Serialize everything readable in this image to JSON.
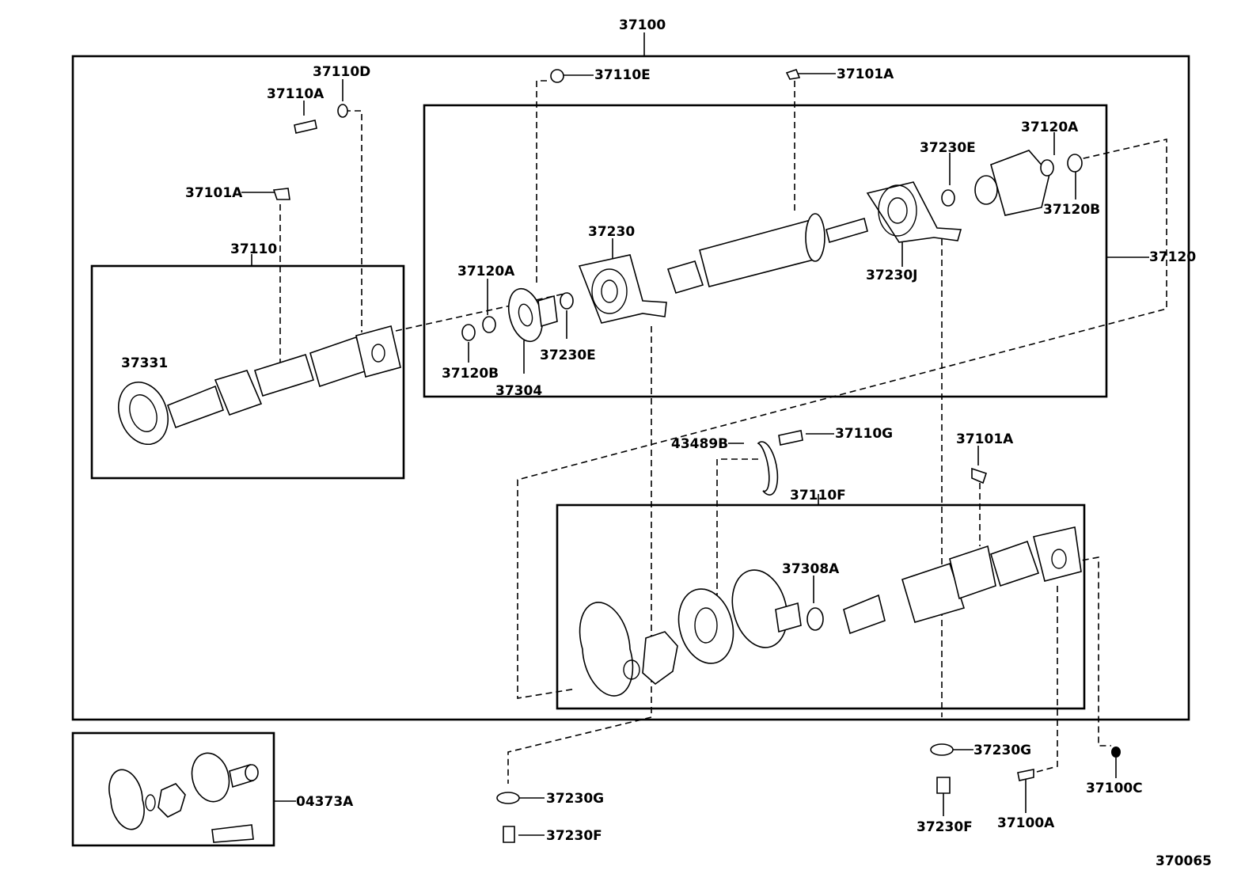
{
  "diagram": {
    "labels": {
      "assembly": "37100",
      "bolt_37110d": "37110D",
      "bolt_37110a": "37110A",
      "clip_37101a_left": "37101A",
      "shaft_37110": "37110",
      "seal_37331": "37331",
      "nut_37110e": "37110E",
      "clip_37101a_top": "37101A",
      "washer_37120a_right": "37120A",
      "washer_37230e_right": "37230E",
      "nut_37120b_right": "37120B",
      "shaft_37120": "37120",
      "bearing_37230j": "37230J",
      "bearing_37230": "37230",
      "washer_37120a_left": "37120A",
      "washer_37230e_left": "37230E",
      "nut_37120b_left": "37120B",
      "flange_37304": "37304",
      "plate_43489b": "43489B",
      "bolt_37110g": "37110G",
      "clip_37101a_mid": "37101A",
      "shaft_37110f": "37110F",
      "ring_37308a": "37308A",
      "washer_37230g_right": "37230G",
      "bolt_37230f_right": "37230F",
      "bolt_37100a": "37100A",
      "nut_37100c": "37100C",
      "washer_37230g_left": "37230G",
      "bolt_37230f_left": "37230F",
      "kit_04373a": "04373A",
      "figure_code": "370065"
    }
  }
}
